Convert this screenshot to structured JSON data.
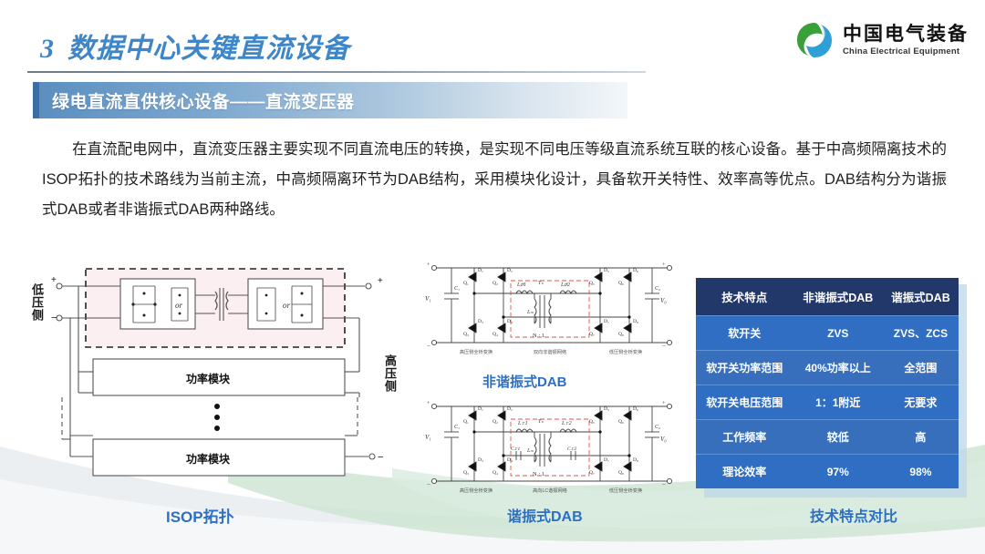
{
  "header": {
    "section_number": "3",
    "section_title": "数据中心关键直流设备",
    "logo_cn": "中国电气装备",
    "logo_en": "China Electrical Equipment",
    "accent_color": "#3a6ea5",
    "title_color": "#3e86c8"
  },
  "banner": {
    "text": "绿电直流直供核心设备——直流变压器"
  },
  "body": {
    "paragraph": "在直流配电网中，直流变压器主要实现不同直流电压的转换，是实现不同电压等级直流系统互联的核心设备。基于中高频隔离技术的ISOP拓扑的技术路线为当前主流，中高频隔离环节为DAB结构，采用模块化设计，具备软开关特性、效率高等优点。DAB结构分为谐振式DAB或者非谐振式DAB两种路线。"
  },
  "figures": {
    "isop": {
      "caption": "ISOP拓扑",
      "low_side_label": "低压侧",
      "high_side_label": "高压侧",
      "module_label": "功率模块",
      "or_label": "or",
      "plus": "+",
      "minus": "-"
    },
    "dab_non_resonant": {
      "caption": "非谐振式DAB",
      "left_sub": "高压侧全桥变换",
      "mid_sub": "双向非谐振网络",
      "right_sub": "低压侧全桥变换",
      "vin": "V1",
      "vout": "Vo",
      "turns": "N : 1",
      "labels": [
        "D1",
        "D2",
        "D3",
        "D4",
        "D5",
        "D6",
        "D7",
        "D8",
        "Q1",
        "Q2",
        "Q3",
        "Q4",
        "Q5",
        "Q6",
        "Q7",
        "Q8",
        "C1",
        "C2",
        "Lσ1",
        "Lσ2",
        "Lm",
        "Ts"
      ]
    },
    "dab_resonant": {
      "caption": "谐振式DAB",
      "left_sub": "高压侧全桥变换",
      "mid_sub": "高向LC谐振网络",
      "right_sub": "低压侧全桥变换",
      "vin": "V1",
      "vout": "Vo",
      "turns": "N : 1",
      "labels": [
        "D1",
        "D2",
        "D3",
        "D4",
        "D5",
        "D6",
        "D7",
        "D8",
        "Q1",
        "Q2",
        "Q3",
        "Q4",
        "Q5",
        "Q6",
        "Q7",
        "Q8",
        "C1",
        "C2",
        "Lr1",
        "Lr2",
        "Lm",
        "Cr1",
        "Cr2",
        "Ts"
      ]
    }
  },
  "table": {
    "caption": "技术特点对比",
    "header_color": "#22386a",
    "row_color": "#2f6ec2",
    "columns": [
      "技术特点",
      "非谐振式DAB",
      "谐振式DAB"
    ],
    "rows": [
      [
        "软开关",
        "ZVS",
        "ZVS、ZCS"
      ],
      [
        "软开关功率范围",
        "40%功率以上",
        "全范围"
      ],
      [
        "软开关电压范围",
        "1：1附近",
        "无要求"
      ],
      [
        "工作频率",
        "较低",
        "高"
      ],
      [
        "理论效率",
        "97%",
        "98%"
      ]
    ]
  }
}
